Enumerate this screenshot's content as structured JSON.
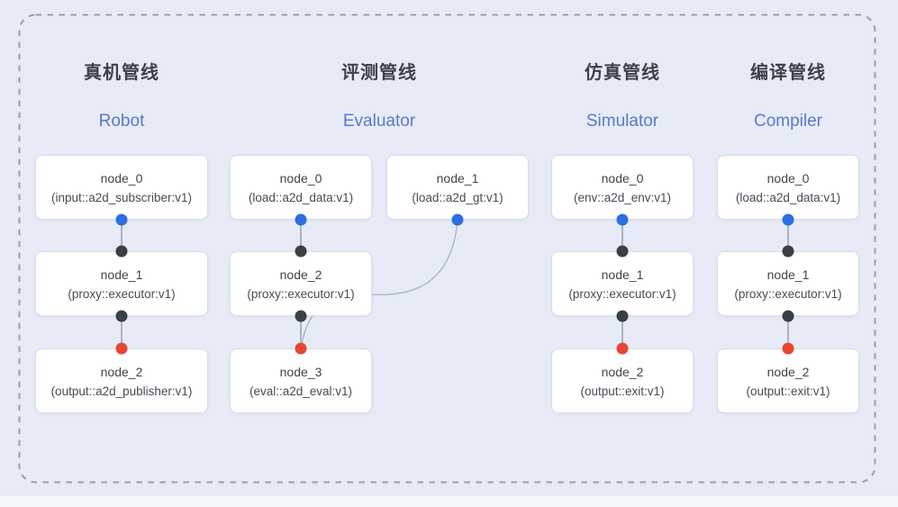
{
  "diagram": {
    "columns": [
      {
        "title_zh": "真机管线",
        "title_en": "Robot",
        "nodes": [
          {
            "name": "node_0",
            "type": "(input::a2d_subscriber:v1)",
            "ports": {
              "bottom": "blue"
            }
          },
          {
            "name": "node_1",
            "type": "(proxy::executor:v1)",
            "ports": {
              "top": "black",
              "bottom": "black"
            }
          },
          {
            "name": "node_2",
            "type": "(output::a2d_publisher:v1)",
            "ports": {
              "top": "red"
            }
          }
        ]
      },
      {
        "title_zh": "评测管线",
        "title_en": "Evaluator",
        "nodes": [
          {
            "name": "node_0",
            "type": "(load::a2d_data:v1)",
            "ports": {
              "bottom": "blue"
            }
          },
          {
            "name": "node_1",
            "type": "(load::a2d_gt:v1)",
            "ports": {
              "bottom": "blue"
            }
          },
          {
            "name": "node_2",
            "type": "(proxy::executor:v1)",
            "ports": {
              "top": "black",
              "bottom": "black"
            }
          },
          {
            "name": "node_3",
            "type": "(eval::a2d_eval:v1)",
            "ports": {
              "top": "red"
            }
          }
        ]
      },
      {
        "title_zh": "仿真管线",
        "title_en": "Simulator",
        "nodes": [
          {
            "name": "node_0",
            "type": "(env::a2d_env:v1)",
            "ports": {
              "bottom": "blue"
            }
          },
          {
            "name": "node_1",
            "type": "(proxy::executor:v1)",
            "ports": {
              "top": "black",
              "bottom": "black"
            }
          },
          {
            "name": "node_2",
            "type": "(output::exit:v1)",
            "ports": {
              "top": "red"
            }
          }
        ]
      },
      {
        "title_zh": "编译管线",
        "title_en": "Compiler",
        "nodes": [
          {
            "name": "node_0",
            "type": "(load::a2d_data:v1)",
            "ports": {
              "bottom": "blue"
            }
          },
          {
            "name": "node_1",
            "type": "(proxy::executor:v1)",
            "ports": {
              "top": "black",
              "bottom": "black"
            }
          },
          {
            "name": "node_2",
            "type": "(output::exit:v1)",
            "ports": {
              "top": "red"
            }
          }
        ]
      }
    ],
    "edges": [
      {
        "from": "Robot/node_0",
        "to": "Robot/node_1"
      },
      {
        "from": "Robot/node_1",
        "to": "Robot/node_2"
      },
      {
        "from": "Evaluator/node_0",
        "to": "Evaluator/node_2"
      },
      {
        "from": "Evaluator/node_1",
        "to": "Evaluator/node_3"
      },
      {
        "from": "Evaluator/node_2",
        "to": "Evaluator/node_3"
      },
      {
        "from": "Simulator/node_0",
        "to": "Simulator/node_1"
      },
      {
        "from": "Simulator/node_1",
        "to": "Simulator/node_2"
      },
      {
        "from": "Compiler/node_0",
        "to": "Compiler/node_1"
      },
      {
        "from": "Compiler/node_1",
        "to": "Compiler/node_2"
      }
    ],
    "colors": {
      "background": "#e7ebf7",
      "input_port": "#2e6de2",
      "link_port": "#3a3e45",
      "output_port": "#e84632",
      "title_accent": "#5a78cd",
      "dashed_border": "#99a0ab"
    }
  }
}
